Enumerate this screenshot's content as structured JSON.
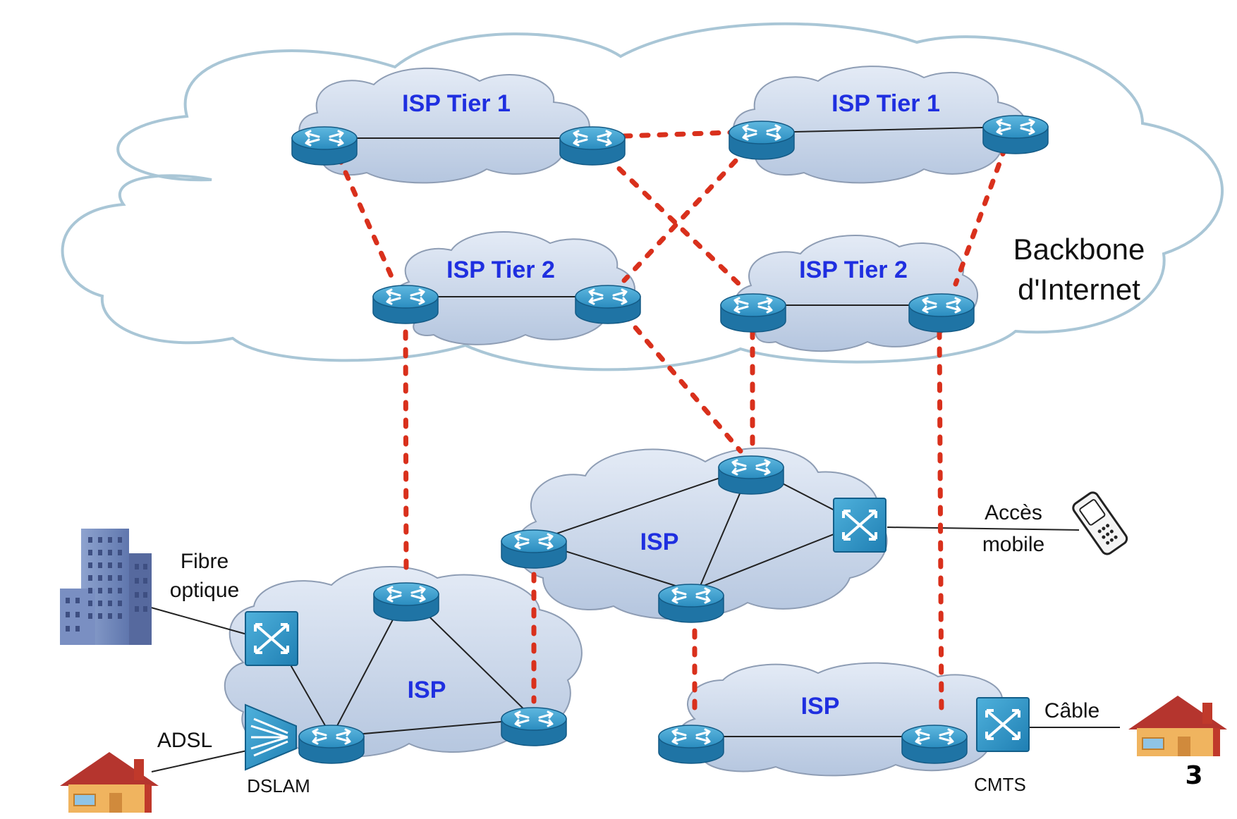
{
  "backbone": {
    "line1": "Backbone",
    "line2": "d'Internet"
  },
  "clouds": {
    "tier1_left": "ISP Tier 1",
    "tier1_right": "ISP Tier 1",
    "tier2_left": "ISP Tier 2",
    "tier2_right": "ISP Tier 2",
    "isp_center": "ISP",
    "isp_left": "ISP",
    "isp_right": "ISP"
  },
  "access": {
    "fibre_line1": "Fibre",
    "fibre_line2": "optique",
    "mobile_line1": "Accès",
    "mobile_line2": "mobile",
    "adsl": "ADSL",
    "dslam": "DSLAM",
    "cable": "Câble",
    "cmts": "CMTS"
  },
  "page_number": "3",
  "colors": {
    "cloud_fill": "#c9d6ea",
    "backbone_outline": "#a9c6d6",
    "router_blue": "#2b8fbf",
    "peering_link": "#d9301c",
    "isp_text": "#1f2fe0"
  }
}
